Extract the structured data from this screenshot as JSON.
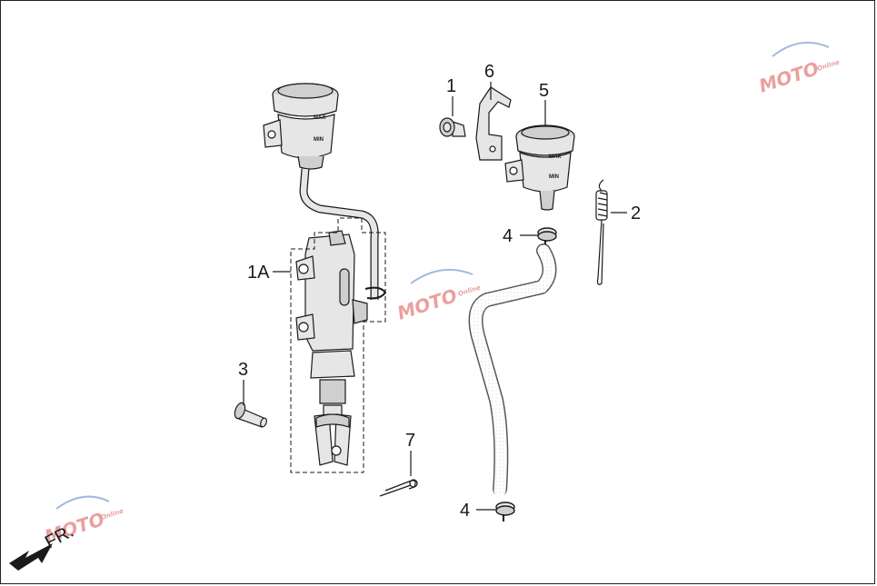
{
  "diagram": {
    "callouts": {
      "c1": "1",
      "c1a": "1A",
      "c2": "2",
      "c3": "3",
      "c4_top": "4",
      "c4_bottom": "4",
      "c5": "5",
      "c6": "6",
      "c7": "7"
    },
    "front_marker": "FR.",
    "reservoir_marks": {
      "max": "MAX",
      "min": "MIN"
    },
    "watermark": {
      "text": "MOTO",
      "subtext": "Online"
    }
  },
  "colors": {
    "line": "#1a1a1a",
    "part_fill": "#e6e6e6",
    "part_dark": "#cfcfcf",
    "watermark_red": "#d9534f",
    "watermark_blue": "#5b7fc7"
  },
  "icons": [
    "front-direction-arrow-icon",
    "gear-icon"
  ]
}
